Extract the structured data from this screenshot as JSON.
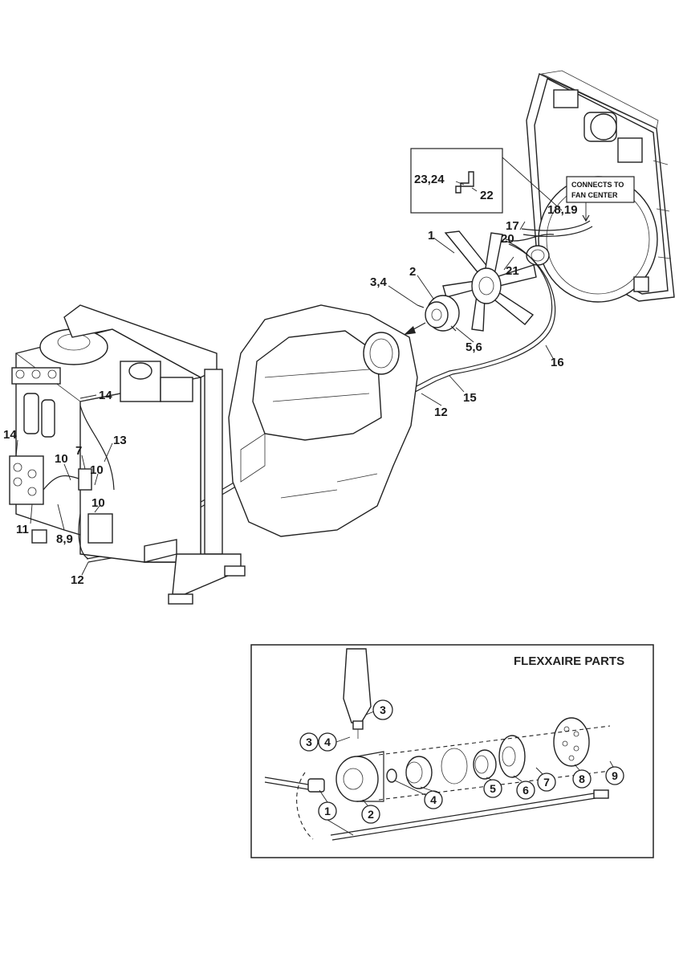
{
  "main_labels": [
    "1",
    "2",
    "3,4",
    "5,6",
    "16",
    "15",
    "12",
    "12",
    "13",
    "14",
    "14",
    "10",
    "10",
    "10",
    "7",
    "11",
    "8,9",
    "17",
    "18,19",
    "20",
    "21",
    "22",
    "23,24"
  ],
  "callout_note": [
    "CONNECTS TO",
    "FAN CENTER"
  ],
  "flexxaire": {
    "title": "FLEXXAIRE PARTS",
    "callouts": [
      "3",
      "3",
      "4",
      "1",
      "2",
      "4",
      "5",
      "6",
      "7",
      "8",
      "9"
    ]
  }
}
